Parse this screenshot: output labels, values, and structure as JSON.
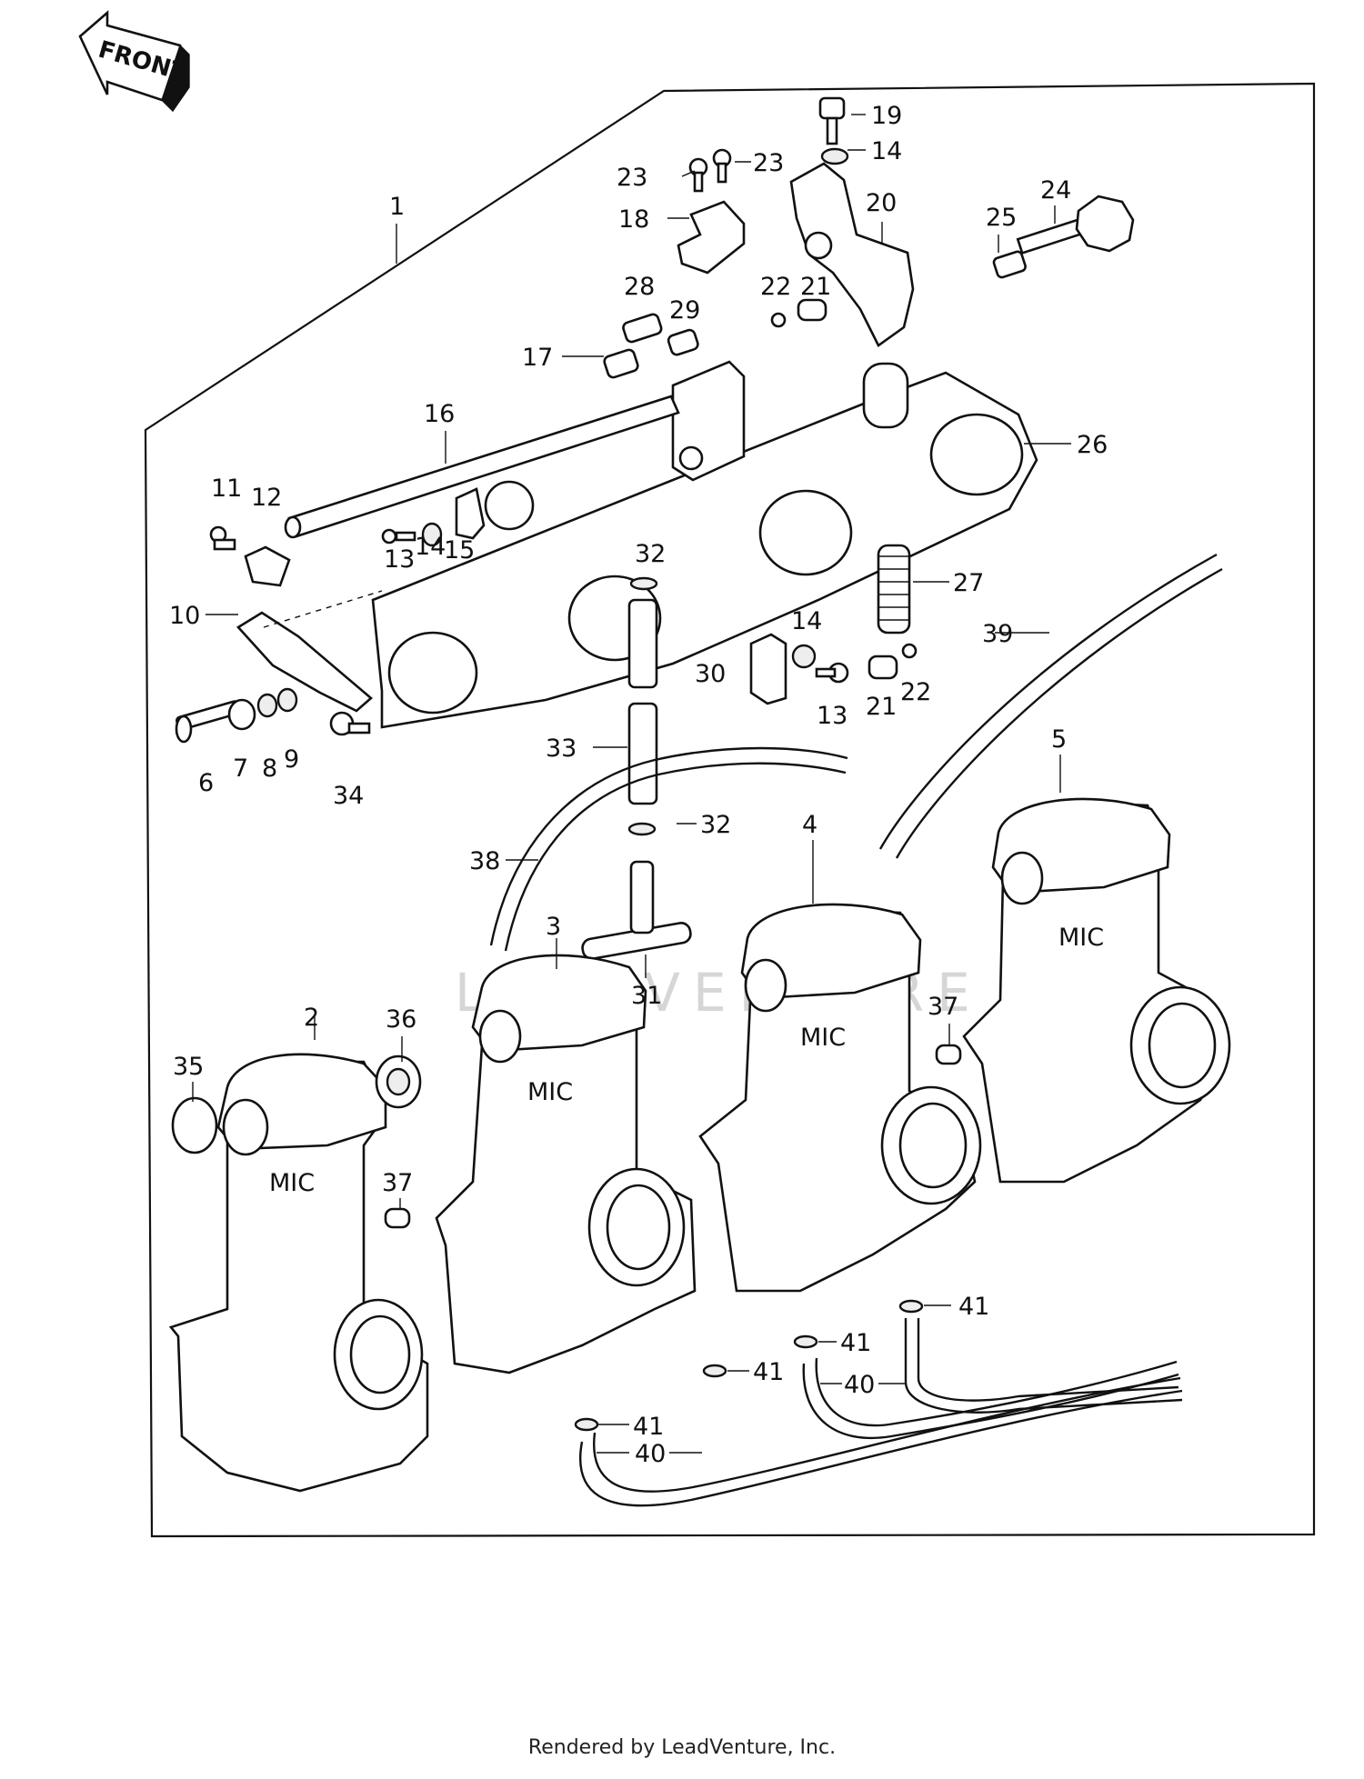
{
  "front_arrow": {
    "label": "FRONT"
  },
  "watermark": {
    "text": "LEADVENTURE"
  },
  "footer": {
    "text": "Rendered by LeadVenture, Inc."
  },
  "callouts": [
    {
      "id": "1",
      "text": "1"
    },
    {
      "id": "2",
      "text": "2"
    },
    {
      "id": "3",
      "text": "3"
    },
    {
      "id": "4",
      "text": "4"
    },
    {
      "id": "5",
      "text": "5"
    },
    {
      "id": "6",
      "text": "6"
    },
    {
      "id": "7",
      "text": "7"
    },
    {
      "id": "8",
      "text": "8"
    },
    {
      "id": "9",
      "text": "9"
    },
    {
      "id": "10",
      "text": "10"
    },
    {
      "id": "11",
      "text": "11"
    },
    {
      "id": "12",
      "text": "12"
    },
    {
      "id": "13a",
      "text": "13"
    },
    {
      "id": "13b",
      "text": "13"
    },
    {
      "id": "14a",
      "text": "14"
    },
    {
      "id": "14b",
      "text": "14"
    },
    {
      "id": "14c",
      "text": "14"
    },
    {
      "id": "15",
      "text": "15"
    },
    {
      "id": "16",
      "text": "16"
    },
    {
      "id": "17",
      "text": "17"
    },
    {
      "id": "18",
      "text": "18"
    },
    {
      "id": "19",
      "text": "19"
    },
    {
      "id": "20",
      "text": "20"
    },
    {
      "id": "21a",
      "text": "21"
    },
    {
      "id": "21b",
      "text": "21"
    },
    {
      "id": "22a",
      "text": "22"
    },
    {
      "id": "22b",
      "text": "22"
    },
    {
      "id": "23a",
      "text": "23"
    },
    {
      "id": "23b",
      "text": "23"
    },
    {
      "id": "24",
      "text": "24"
    },
    {
      "id": "25",
      "text": "25"
    },
    {
      "id": "26",
      "text": "26"
    },
    {
      "id": "27",
      "text": "27"
    },
    {
      "id": "28",
      "text": "28"
    },
    {
      "id": "29",
      "text": "29"
    },
    {
      "id": "30",
      "text": "30"
    },
    {
      "id": "31",
      "text": "31"
    },
    {
      "id": "32a",
      "text": "32"
    },
    {
      "id": "32b",
      "text": "32"
    },
    {
      "id": "33",
      "text": "33"
    },
    {
      "id": "34",
      "text": "34"
    },
    {
      "id": "35",
      "text": "35"
    },
    {
      "id": "36",
      "text": "36"
    },
    {
      "id": "37a",
      "text": "37"
    },
    {
      "id": "37b",
      "text": "37"
    },
    {
      "id": "38",
      "text": "38"
    },
    {
      "id": "39",
      "text": "39"
    },
    {
      "id": "40a",
      "text": "40"
    },
    {
      "id": "40b",
      "text": "40"
    },
    {
      "id": "41a",
      "text": "41"
    },
    {
      "id": "41b",
      "text": "41"
    },
    {
      "id": "41c",
      "text": "41"
    },
    {
      "id": "41d",
      "text": "41"
    }
  ],
  "carburetor_body": {
    "marking": "MIC"
  }
}
